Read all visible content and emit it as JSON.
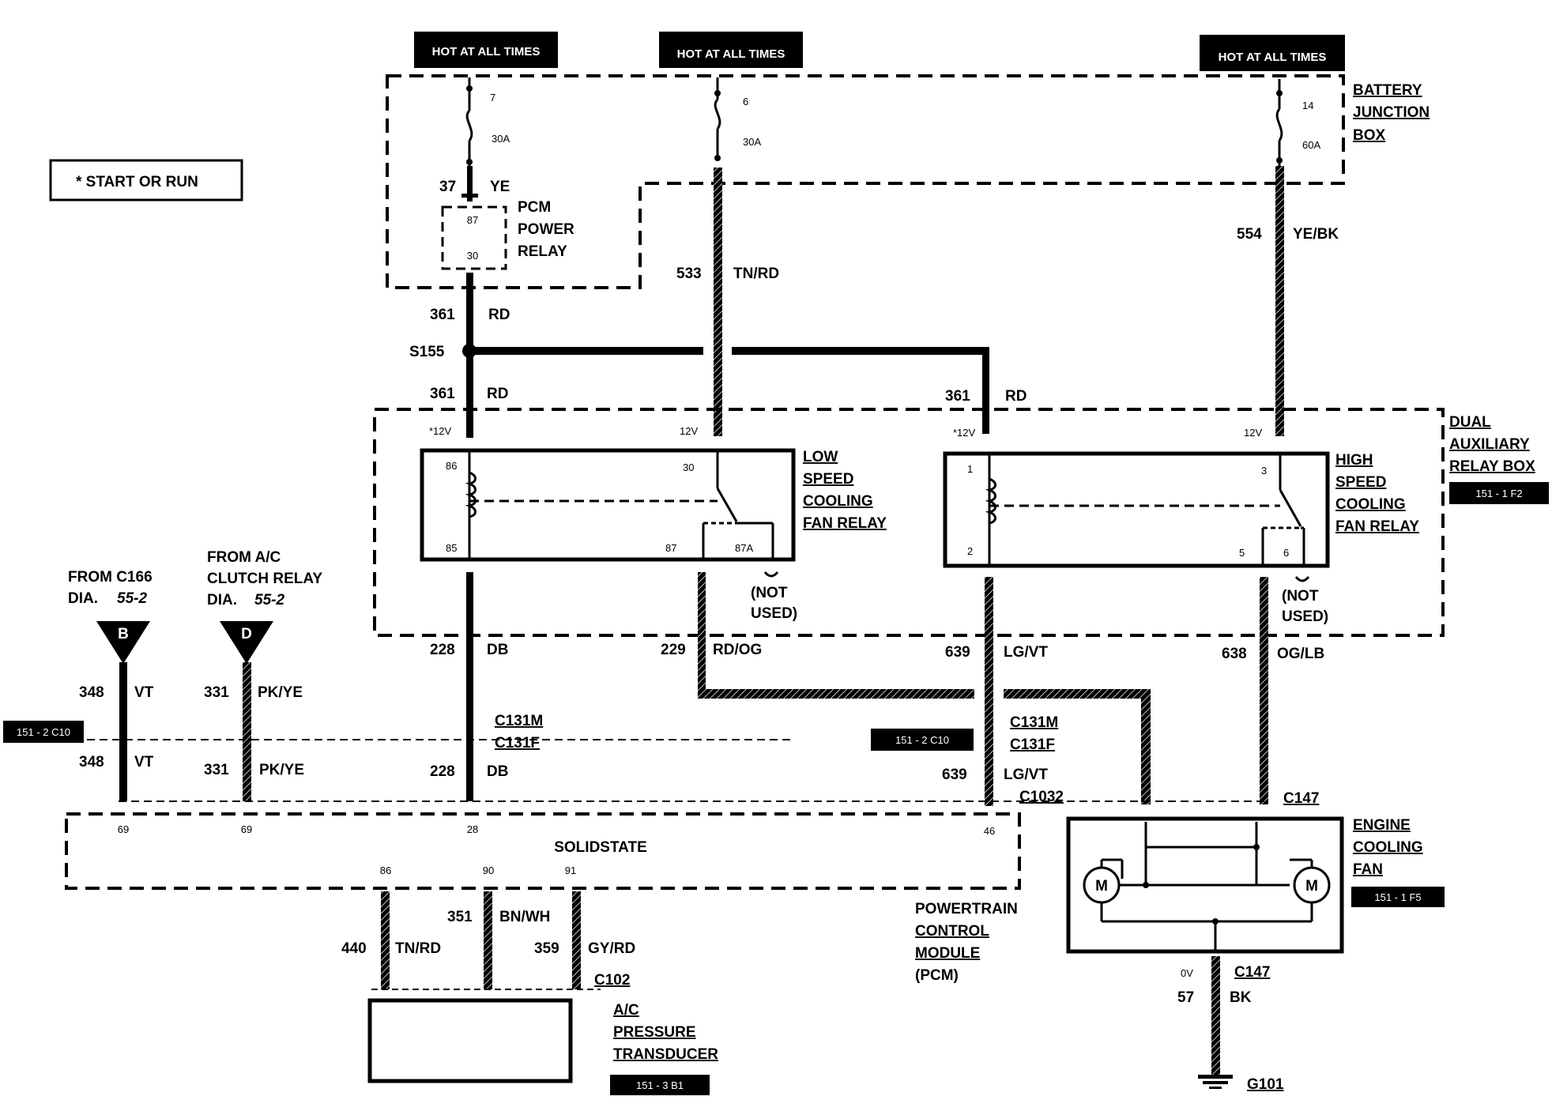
{
  "legend": {
    "text": "*  START OR RUN"
  },
  "hot_labels": [
    "HOT AT ALL TIMES",
    "HOT AT ALL TIMES",
    "HOT AT ALL TIMES"
  ],
  "fuses": [
    {
      "number": "7",
      "rating": "30A"
    },
    {
      "number": "6",
      "rating": "30A"
    },
    {
      "number": "14",
      "rating": "60A"
    }
  ],
  "battery_junction_box": [
    "BATTERY",
    "JUNCTION",
    "BOX"
  ],
  "pcm_power_relay": {
    "lines": [
      "PCM",
      "POWER",
      "RELAY"
    ],
    "pin_in": "87",
    "pin_out": "30"
  },
  "wires": {
    "w37": {
      "num": "37",
      "color": "YE"
    },
    "w361a": {
      "num": "361",
      "color": "RD"
    },
    "w361b": {
      "num": "361",
      "color": "RD"
    },
    "w361c": {
      "num": "361",
      "color": "RD"
    },
    "w533": {
      "num": "533",
      "color": "TN/RD"
    },
    "w554": {
      "num": "554",
      "color": "YE/BK"
    },
    "w228a": {
      "num": "228",
      "color": "DB"
    },
    "w228b": {
      "num": "228",
      "color": "DB"
    },
    "w229": {
      "num": "229",
      "color": "RD/OG"
    },
    "w639a": {
      "num": "639",
      "color": "LG/VT"
    },
    "w639b": {
      "num": "639",
      "color": "LG/VT"
    },
    "w638": {
      "num": "638",
      "color": "OG/LB"
    },
    "w348a": {
      "num": "348",
      "color": "VT"
    },
    "w348b": {
      "num": "348",
      "color": "VT"
    },
    "w331a": {
      "num": "331",
      "color": "PK/YE"
    },
    "w331b": {
      "num": "331",
      "color": "PK/YE"
    },
    "w440": {
      "num": "440",
      "color": "TN/RD"
    },
    "w351": {
      "num": "351",
      "color": "BN/WH"
    },
    "w359": {
      "num": "359",
      "color": "GY/RD"
    },
    "w57": {
      "num": "57",
      "color": "BK"
    }
  },
  "splice": "S155",
  "dual_aux_box": [
    "DUAL",
    "AUXILIARY",
    "RELAY BOX"
  ],
  "dual_aux_ref": "151 - 1 F2",
  "low_relay": {
    "lines": [
      "LOW",
      "SPEED",
      "COOLING",
      "FAN RELAY"
    ],
    "v1": "*12V",
    "v2": "12V",
    "pins": [
      "86",
      "85",
      "30",
      "87",
      "87A"
    ],
    "not_used": [
      "(NOT",
      "USED)"
    ]
  },
  "high_relay": {
    "lines": [
      "HIGH",
      "SPEED",
      "COOLING",
      "FAN RELAY"
    ],
    "v1": "*12V",
    "v2": "12V",
    "pins": [
      "1",
      "2",
      "3",
      "5",
      "6"
    ],
    "not_used": [
      "(NOT",
      "USED)"
    ]
  },
  "from_c166": {
    "lines": [
      "FROM C166",
      "DIA."
    ],
    "dia": "55-2",
    "marker": "B"
  },
  "from_ac": {
    "lines": [
      "FROM A/C",
      "CLUTCH RELAY",
      "DIA."
    ],
    "dia": "55-2",
    "marker": "D"
  },
  "refs": {
    "c10_left": "151 - 2 C10",
    "c10_right": "151 - 2 C10",
    "fan": "151 - 1 F5",
    "transducer": "151 - 3 B1"
  },
  "connectors": {
    "c131m": "C131M",
    "c131f": "C131F",
    "c131m2": "C131M",
    "c131f2": "C131F",
    "c1032": "C1032",
    "c147a": "C147",
    "c147b": "C147",
    "c102": "C102",
    "g101": "G101"
  },
  "pcm": {
    "title": "SOLIDSTATE",
    "name": [
      "POWERTRAIN",
      "CONTROL",
      "MODULE",
      "(PCM)"
    ],
    "pins_top": [
      "69",
      "69",
      "28",
      "46"
    ],
    "pins_bottom": [
      "86",
      "90",
      "91"
    ]
  },
  "fan": {
    "lines": [
      "ENGINE",
      "COOLING",
      "FAN"
    ],
    "motor": "M",
    "ground_v": "0V"
  },
  "transducer": {
    "lines": [
      "A/C",
      "PRESSURE",
      "TRANSDUCER"
    ]
  }
}
